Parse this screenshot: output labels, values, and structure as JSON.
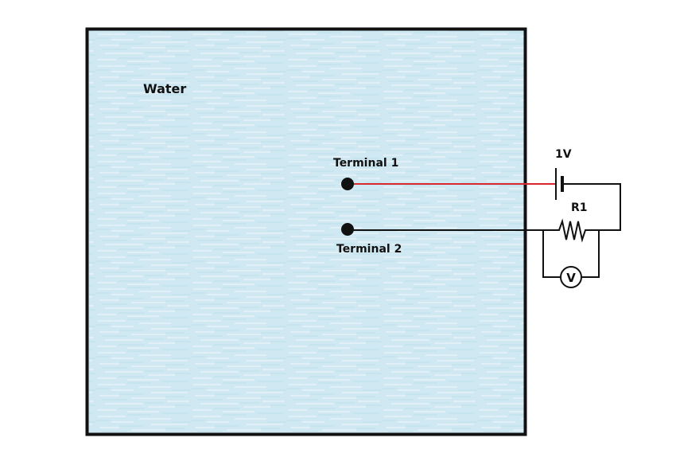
{
  "labels": {
    "medium": "Water",
    "terminal_1": "Terminal 1",
    "terminal_2": "Terminal 2",
    "battery": "1V",
    "resistor": "R1",
    "voltmeter": "V"
  },
  "colors": {
    "water": "#d4ecf4",
    "water_streak": "#ffffff",
    "tank_border": "#111111",
    "wire_terminal_1": "#d8282e",
    "wire_terminal_2": "#111111",
    "circuit_wire": "#111111"
  }
}
